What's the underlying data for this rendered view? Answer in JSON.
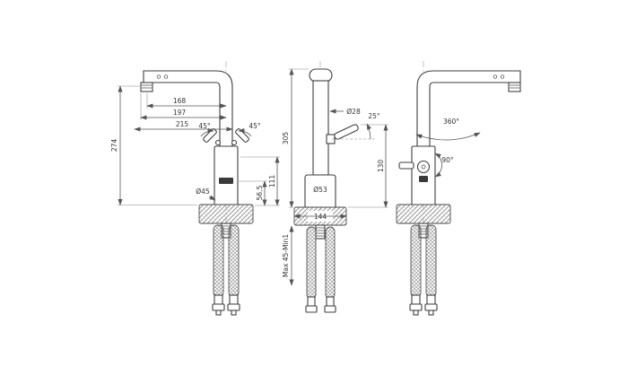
{
  "drawing": {
    "views": {
      "left": {
        "height": "274",
        "reach_1": "168",
        "reach_2": "197",
        "reach_3": "215",
        "handle_angle_left": "45°",
        "handle_angle_right": "45°",
        "body_diameter": "Ø45",
        "handle_offset": "56,5",
        "handle_height": "111"
      },
      "front": {
        "height": "305",
        "spout_diameter": "Ø28",
        "lever_angle": "25°",
        "lever_height": "130",
        "body_diameter": "Ø53",
        "base_width": "144",
        "mounting_range": "Max 45-Min1"
      },
      "right": {
        "swivel_angle": "360°",
        "lever_swing": "90°"
      }
    }
  }
}
